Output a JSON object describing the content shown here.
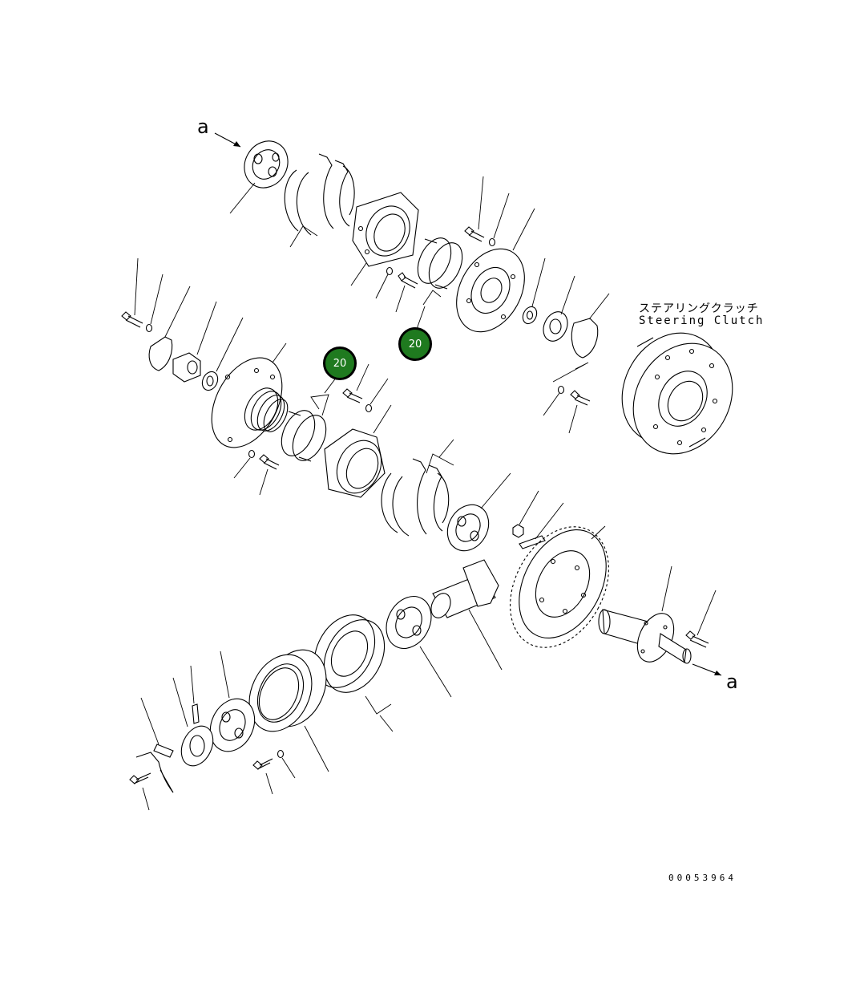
{
  "drawing": {
    "marker_top": "a",
    "marker_bottom": "a",
    "label_jp": "ステアリングクラッチ",
    "label_en": "Steering Clutch",
    "drawing_number": "00053964"
  },
  "callouts": [
    {
      "number": "20"
    },
    {
      "number": "20"
    }
  ],
  "colors": {
    "callout_fill": "#1f7a1f",
    "line": "#000000",
    "background": "#ffffff"
  }
}
